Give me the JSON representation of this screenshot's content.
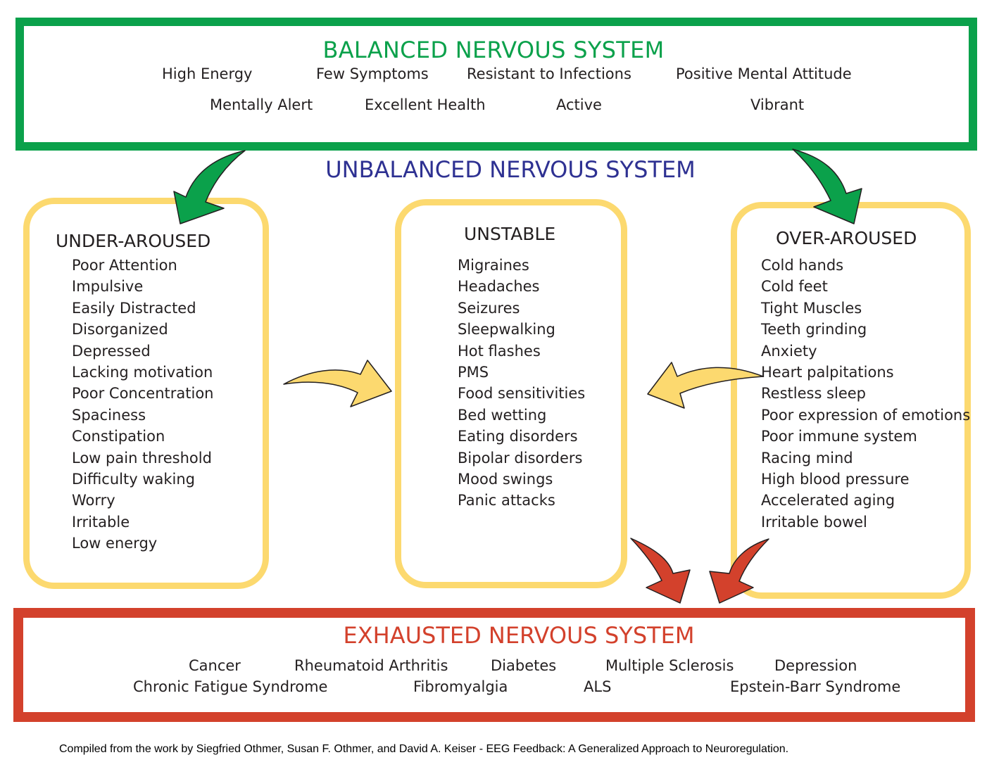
{
  "balanced": {
    "title": "BALANCED NERVOUS SYSTEM",
    "row1": [
      "High Energy",
      "Few Symptoms",
      "Resistant to Infections",
      "Positive Mental Attitude"
    ],
    "row2": [
      "Mentally Alert",
      "Excellent Health",
      "Active",
      "Vibrant"
    ],
    "color": "#0ba14b"
  },
  "unbalanced": {
    "title": "UNBALANCED NERVOUS SYSTEM",
    "color": "#2e3192"
  },
  "under_aroused": {
    "title": "UNDER-AROUSED",
    "items": [
      "Poor Attention",
      "Impulsive",
      "Easily Distracted",
      "Disorganized",
      "Depressed",
      "Lacking motivation",
      "Poor Concentration",
      "Spaciness",
      "Constipation",
      "Low pain threshold",
      "Difficulty waking",
      "Worry",
      "Irritable",
      "Low energy"
    ]
  },
  "unstable": {
    "title": "UNSTABLE",
    "items": [
      "Migraines",
      "Headaches",
      "Seizures",
      "Sleepwalking",
      "Hot flashes",
      "PMS",
      "Food sensitivities",
      "Bed wetting",
      "Eating disorders",
      "Bipolar disorders",
      "Mood swings",
      "Panic attacks"
    ]
  },
  "over_aroused": {
    "title": "OVER-AROUSED",
    "items": [
      "Cold hands",
      "Cold feet",
      "Tight Muscles",
      "Teeth grinding",
      "Anxiety",
      "Heart palpitations",
      "Restless sleep",
      "Poor expression of emotions",
      "Poor immune system",
      "Racing mind",
      "High blood pressure",
      "Accelerated aging",
      "Irritable bowel"
    ]
  },
  "exhausted": {
    "title": "EXHAUSTED NERVOUS SYSTEM",
    "row1": [
      "Cancer",
      "Rheumatoid Arthritis",
      "Diabetes",
      "Multiple Sclerosis",
      "Depression"
    ],
    "row2": [
      "Chronic Fatigue Syndrome",
      "Fibromyalgia",
      "ALS",
      "Epstein-Barr Syndrome"
    ],
    "color": "#d3412c"
  },
  "footer": "Compiled from the work by Siegfried Othmer, Susan F. Othmer, and David A. Keiser - EEG Feedback: A Generalized Approach to Neuroregulation.",
  "colors": {
    "green_arrow": "#0ba14b",
    "yellow_arrow": "#fcd96f",
    "red_arrow": "#d3412c",
    "box_border": "#fcd96f"
  }
}
